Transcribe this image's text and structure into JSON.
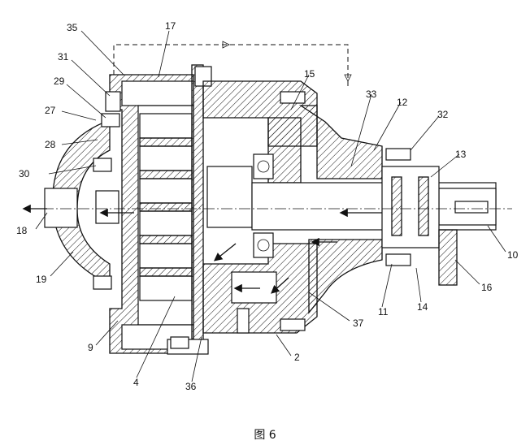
{
  "figure": {
    "caption": "图 6",
    "part_labels": [
      "35",
      "17",
      "31",
      "29",
      "27",
      "28",
      "30",
      "18",
      "19",
      "9",
      "4",
      "36",
      "2",
      "37",
      "11",
      "14",
      "16",
      "10",
      "13",
      "32",
      "12",
      "33",
      "15"
    ]
  }
}
